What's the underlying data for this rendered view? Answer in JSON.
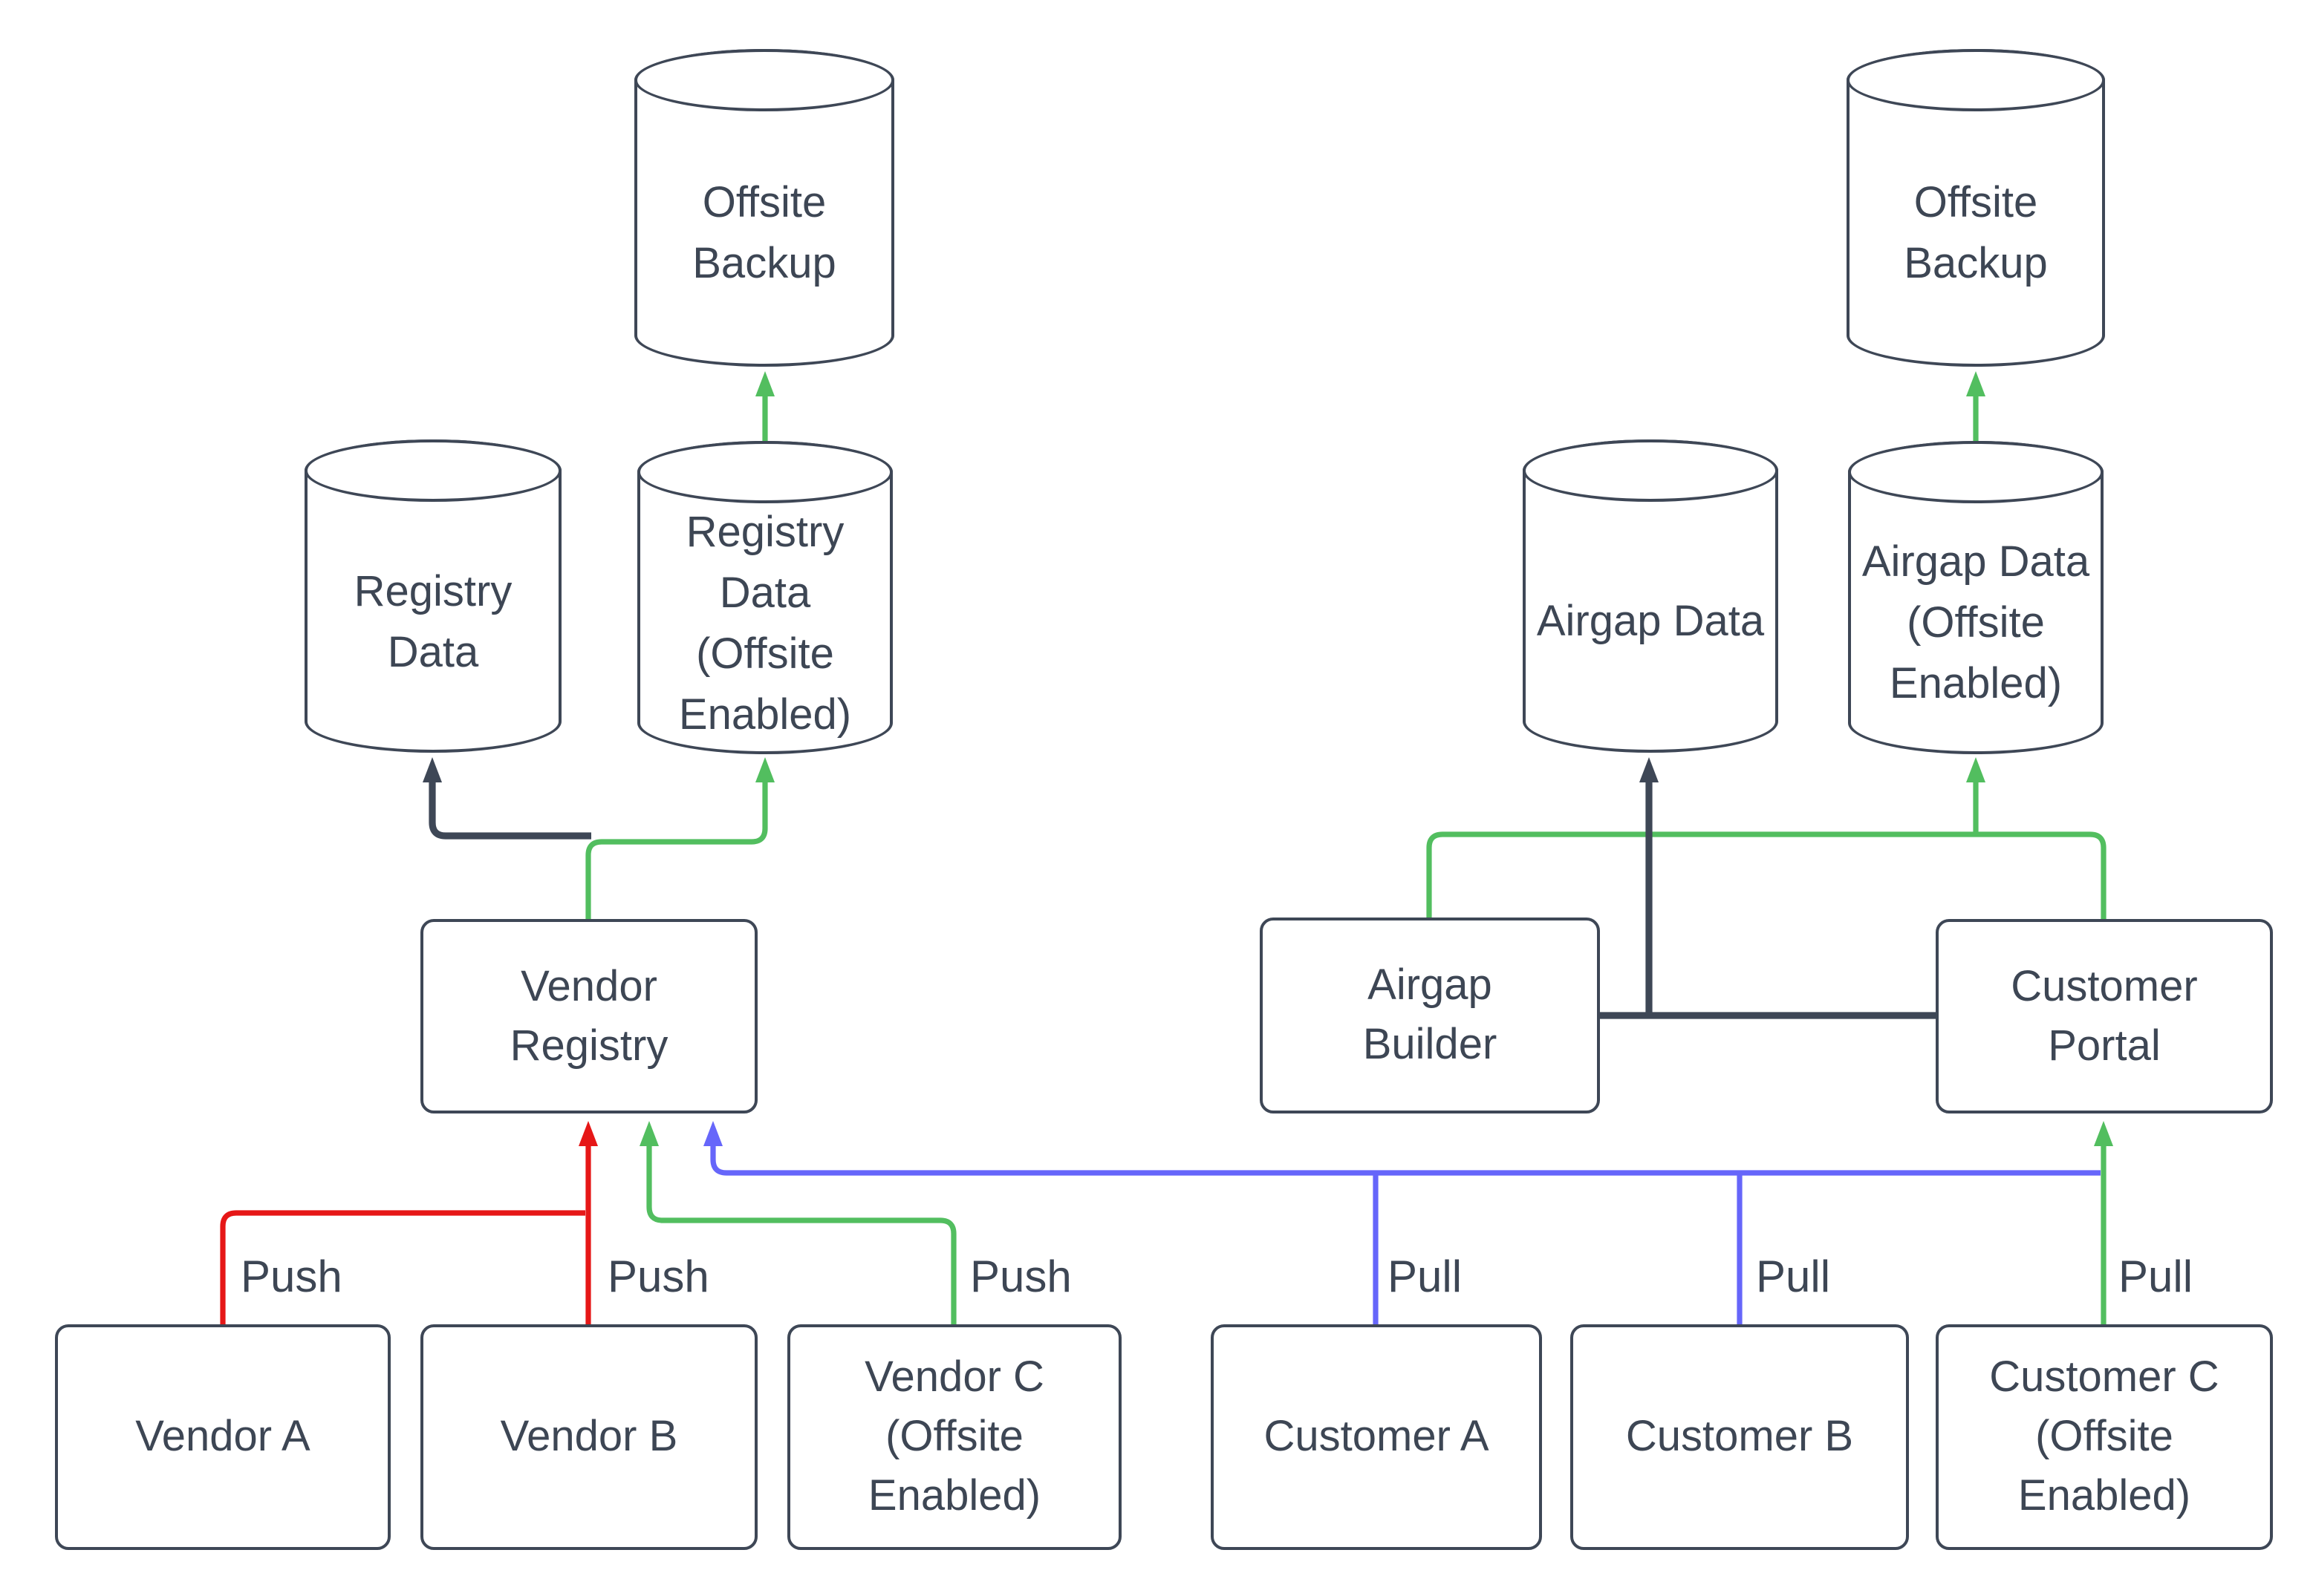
{
  "nodes": {
    "offsite_backup_left": "Offsite Backup",
    "registry_data": "Registry Data",
    "registry_data_offsite": "Registry Data (Offsite Enabled)",
    "vendor_registry": "Vendor Registry",
    "vendor_a": "Vendor A",
    "vendor_b": "Vendor B",
    "vendor_c": "Vendor C (Offsite Enabled)",
    "offsite_backup_right": "Offsite Backup",
    "airgap_data": "Airgap Data",
    "airgap_data_offsite": "Airgap Data (Offsite Enabled)",
    "airgap_builder": "Airgap Builder",
    "customer_portal": "Customer Portal",
    "customer_a": "Customer A",
    "customer_b": "Customer B",
    "customer_c": "Customer C (Offsite Enabled)"
  },
  "edges": [
    {
      "id": "vendor-a-push",
      "from": "Vendor A",
      "to": "Vendor Registry",
      "color": "red",
      "label": "Push"
    },
    {
      "id": "vendor-b-push",
      "from": "Vendor B",
      "to": "Vendor Registry",
      "color": "red",
      "label": "Push"
    },
    {
      "id": "vendor-c-push",
      "from": "Vendor C (Offsite Enabled)",
      "to": "Vendor Registry",
      "color": "green",
      "label": "Push"
    },
    {
      "id": "registry-store",
      "from": "Vendor Registry",
      "to": "Registry Data",
      "color": "dark",
      "label": ""
    },
    {
      "id": "registry-offsite-store",
      "from": "Vendor Registry",
      "to": "Registry Data (Offsite Enabled)",
      "color": "green",
      "label": ""
    },
    {
      "id": "registry-offsite-backup",
      "from": "Registry Data (Offsite Enabled)",
      "to": "Offsite Backup",
      "color": "green",
      "label": ""
    },
    {
      "id": "customer-a-pull",
      "from": "Customer A",
      "to": "Vendor Registry",
      "color": "blue",
      "label": "Pull"
    },
    {
      "id": "customer-b-pull",
      "from": "Customer B",
      "to": "Vendor Registry",
      "color": "blue",
      "label": "Pull"
    },
    {
      "id": "customer-c-pull",
      "from": "Customer C (Offsite Enabled)",
      "to": "Customer Portal",
      "color": "green",
      "label": "Pull"
    },
    {
      "id": "airgap-store",
      "from": "Airgap Builder / Customer Portal",
      "to": "Airgap Data",
      "color": "dark",
      "label": ""
    },
    {
      "id": "airgap-offsite-store",
      "from": "Airgap Builder / Customer Portal",
      "to": "Airgap Data (Offsite Enabled)",
      "color": "green",
      "label": ""
    },
    {
      "id": "airgap-offsite-backup",
      "from": "Airgap Data (Offsite Enabled)",
      "to": "Offsite Backup",
      "color": "green",
      "label": ""
    }
  ],
  "colors": {
    "dark": "#3e4756",
    "green": "#52be5f",
    "red": "#e61717",
    "blue": "#6666fa",
    "text": "#3d4654",
    "bg": "#ffffff"
  }
}
